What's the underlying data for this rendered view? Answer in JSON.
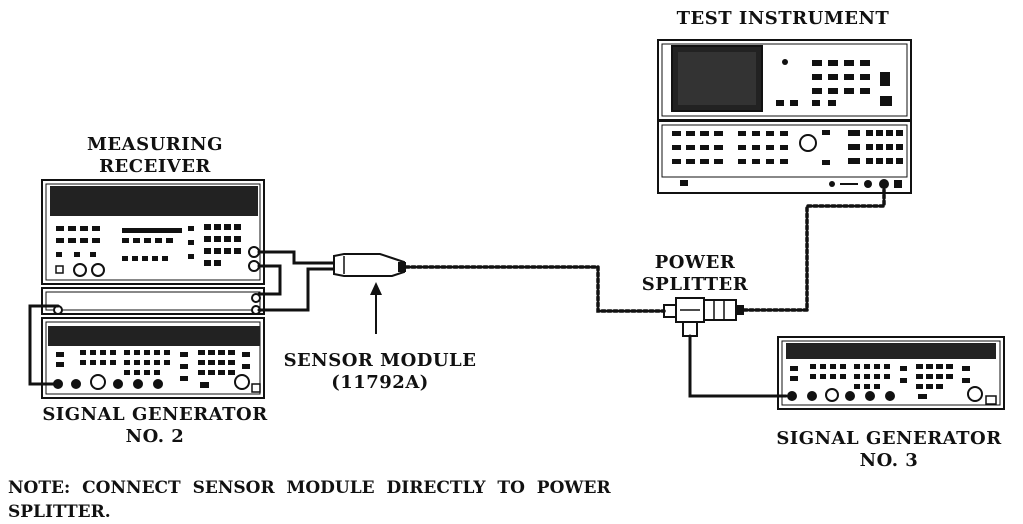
{
  "labels": {
    "test_instrument": "TEST INSTRUMENT",
    "measuring_receiver_line1": "MEASURING",
    "measuring_receiver_line2": "RECEIVER",
    "power_splitter_line1": "POWER",
    "power_splitter_line2": "SPLITTER",
    "sensor_module_line1": "SENSOR MODULE",
    "sensor_module_line2": "(11792A)",
    "signal_gen2_line1": "SIGNAL GENERATOR",
    "signal_gen2_line2": "NO. 2",
    "signal_gen3_line1": "SIGNAL GENERATOR",
    "signal_gen3_line2": "NO. 3"
  },
  "note": {
    "line1": "NOTE:   CONNECT SENSOR MODULE DIRECTLY TO POWER",
    "line2": "SPLITTER."
  }
}
